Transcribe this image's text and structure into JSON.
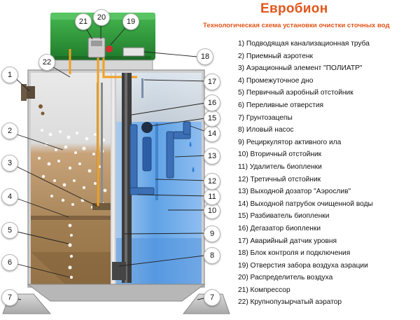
{
  "brand": {
    "part1": "Евро",
    "part2": "бион"
  },
  "subtitle": "Технологическая схема установки очистки сточных вод",
  "legend": [
    "1) Подводящая канализационная труба",
    "2) Приемный аэротенк",
    "3) Аэрационный элемент \"ПОЛИАТР\"",
    "4) Промежуточное дно",
    "5) Первичный аэробный отстойник",
    "6) Переливные отверстия",
    "7) Грунтозацепы",
    "8) Иловый насос",
    "9) Рециркулятор активного ила",
    "10) Вторичный отстойник",
    "11) Удалитель биопленки",
    "12) Третичный отстойник",
    "13) Выходной дозатор \"Аэрослив\"",
    "14) Выходной патрубок очищенной воды",
    "15) Разбиватель биопленки",
    "16) Дегазатор биопленки",
    "17) Аварийный датчик уровня",
    "18) Блок контроля и подключения",
    "19) Отверстия забора воздуха аэрации",
    "20) Распределитель воздуха",
    "21) Компрессор",
    "22) Крупнопузырчатый аэратор"
  ],
  "callouts": [
    "1",
    "2",
    "3",
    "4",
    "5",
    "6",
    "7",
    "7",
    "8",
    "9",
    "10",
    "11",
    "12",
    "13",
    "14",
    "15",
    "16",
    "17",
    "18",
    "19",
    "20",
    "21",
    "22"
  ],
  "colors": {
    "brand": "#e2561b",
    "lid": "#2f9e3a",
    "water_blue": "#3b86d6",
    "sludge_brown": "#a07a4c",
    "pipe_orange": "#f0a020",
    "pipe_dark": "#3a3a3a"
  }
}
